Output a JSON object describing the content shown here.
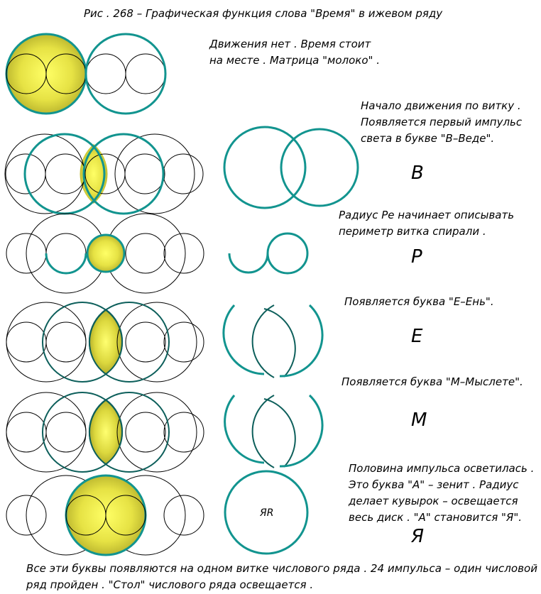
{
  "title": "Рис . 268 – Графическая функция слова \"Время\" в ижевом ряду",
  "colors": {
    "teal": "#12948f",
    "teal_dark": "#0d5f5b",
    "fill_center": "#ffff66",
    "fill_edge": "#b3ae2a"
  },
  "rows": [
    {
      "lines": [
        "Движения нет . Время стоит",
        "на месте . Матрица \"молоко\" ."
      ],
      "letter": ""
    },
    {
      "lines": [
        "Начало движения по витку .",
        "Появляется первый импульс",
        "света в букве \"В–Веде\"."
      ],
      "letter": "В"
    },
    {
      "lines": [
        "Радиус Ре начинает описывать",
        "периметр витка спирали ."
      ],
      "letter": "Р"
    },
    {
      "lines": [
        "Появляется буква \"Е–Ень\"."
      ],
      "letter": "Е"
    },
    {
      "lines": [
        "Появляется буква \"М–Мыслете\"."
      ],
      "letter": "М"
    },
    {
      "lines": [
        "Половина импульса осветилась .",
        "Это буква \"А\" – зенит . Радиус",
        "делает кувырок – освещается",
        "весь диск . \"А\" становится \"Я\"."
      ],
      "letter": "Я"
    }
  ],
  "disk_label": "ЯR",
  "footer": [
    "Все эти буквы появляются на одном витке числового ряда . 24 импульса – один числовой",
    "ряд пройден . \"Стол\" числового ряда освещается ."
  ]
}
